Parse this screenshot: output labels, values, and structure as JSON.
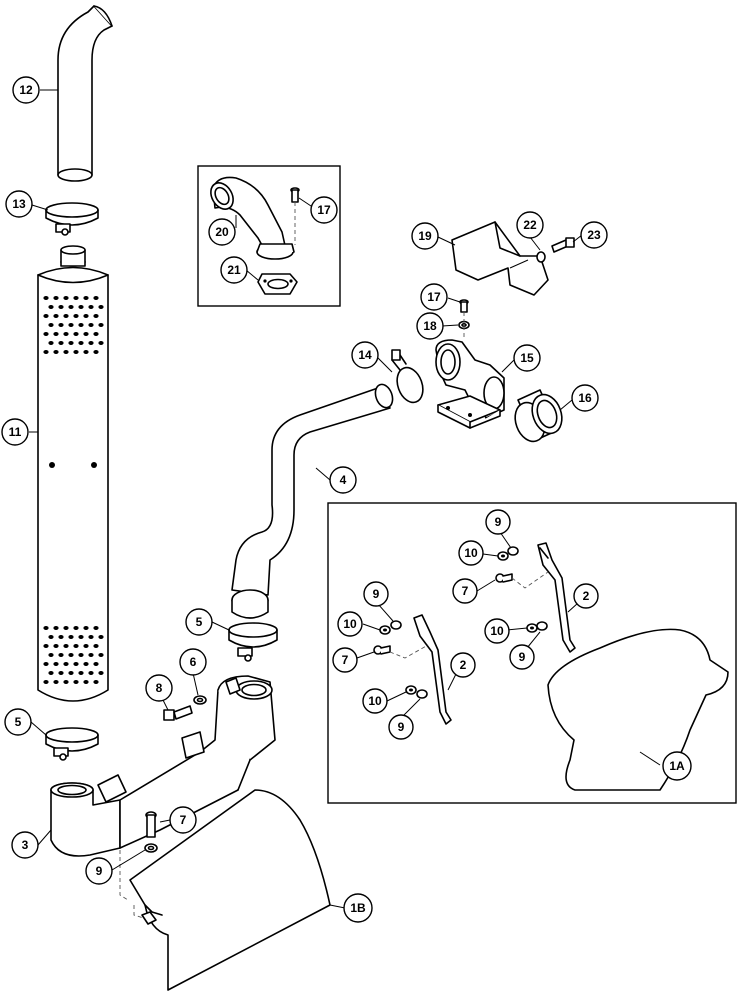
{
  "callouts": {
    "c12": "12",
    "c13": "13",
    "c11": "11",
    "c5a": "5",
    "c3": "3",
    "c9a": "9",
    "c7a": "7",
    "c1b": "1B",
    "c5b": "5",
    "c6": "6",
    "c8": "8",
    "c4": "4",
    "c14": "14",
    "c15": "15",
    "c16": "16",
    "c17a": "17",
    "c18": "18",
    "c19": "19",
    "c22": "22",
    "c23": "23",
    "c20": "20",
    "c17b": "17",
    "c21": "21",
    "c9b": "9",
    "c10b": "10",
    "c7b": "7",
    "c2b": "2",
    "c10c": "10",
    "c9c": "9",
    "c9d": "9",
    "c10d": "10",
    "c7d": "7",
    "c2d": "2",
    "c10e": "10",
    "c9e": "9",
    "c1a": "1A"
  }
}
